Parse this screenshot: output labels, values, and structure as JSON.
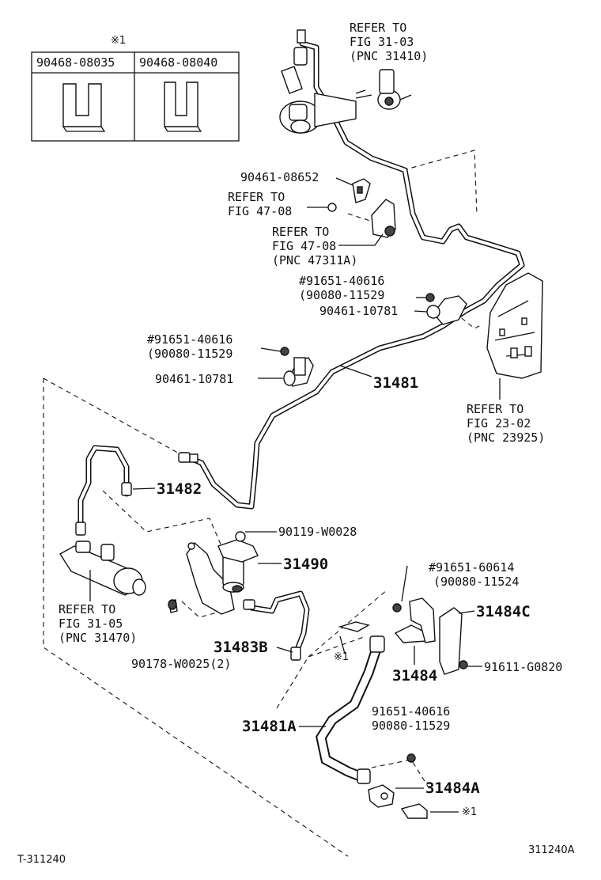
{
  "table": {
    "mark": "※1",
    "col1": "90468-08035",
    "col2": "90468-08040"
  },
  "labels": {
    "refer_31_03": [
      "REFER TO",
      "FIG 31-03",
      "(PNC 31410)"
    ],
    "p90461_08652": "90461-08652",
    "refer_47_08_a": [
      "REFER TO",
      "FIG 47-08"
    ],
    "refer_47_08_b": [
      "REFER TO",
      "FIG 47-08",
      "(PNC 47311A)"
    ],
    "p91651_40616_a": [
      "#91651-40616",
      "(90080-11529"
    ],
    "p90461_10781_a": "90461-10781",
    "p91651_40616_b": [
      "#91651-40616",
      "(90080-11529"
    ],
    "p90461_10781_b": "90461-10781",
    "p31481": "31481",
    "refer_23_02": [
      "REFER TO",
      "FIG 23-02",
      "(PNC 23925)"
    ],
    "p31482": "31482",
    "p90119": "90119-W0028",
    "p31490": "31490",
    "p91651_60614": [
      "#91651-60614",
      "(90080-11524"
    ],
    "p31484C": "31484C",
    "refer_31_05": [
      "REFER TO",
      "FIG 31-05",
      "(PNC 31470)"
    ],
    "p90178": "90178-W0025(2)",
    "p31483B": "31483B",
    "p31484": "31484",
    "p91611": "91611-G0820",
    "mark_clip_a": "※1",
    "p91651_40616_c": [
      "91651-40616",
      "90080-11529"
    ],
    "p31481A": "31481A",
    "p31484A": "31484A",
    "mark_clip_b": "※1"
  },
  "footer": {
    "left": "T-311240",
    "right": "311240A"
  }
}
